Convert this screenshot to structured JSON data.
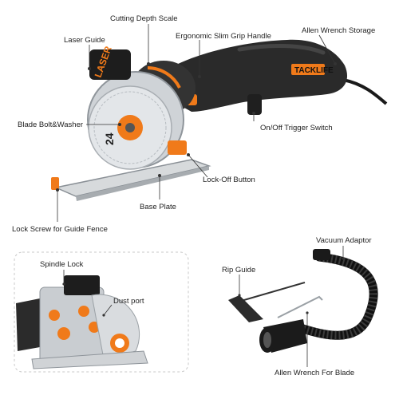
{
  "labels": {
    "cutting_depth_scale": "Cutting Depth Scale",
    "laser_guide": "Laser Guide",
    "ergonomic_grip": "Ergonomic Slim Grip Handle",
    "allen_wrench_storage": "Allen Wrench Storage",
    "blade_bolt_washer": "Blade Bolt&Washer",
    "on_off_trigger": "On/Off Trigger Switch",
    "lock_off_button": "Lock-Off Button",
    "base_plate": "Base Plate",
    "lock_screw_fence": "Lock Screw for Guide Fence",
    "spindle_lock": "Spindle Lock",
    "dust_port": "Dust port",
    "rip_guide": "Rip Guide",
    "vacuum_adaptor": "Vacuum Adaptor",
    "allen_wrench_blade": "Allen Wrench For Blade"
  },
  "product": {
    "brand": "TACKLIFE",
    "laser_text": "LASER",
    "blade_text": "24"
  },
  "colors": {
    "accent": "#f07a1a",
    "body": "#2a2a2a",
    "metal": "#c9cdd1",
    "leader": "#333333"
  }
}
